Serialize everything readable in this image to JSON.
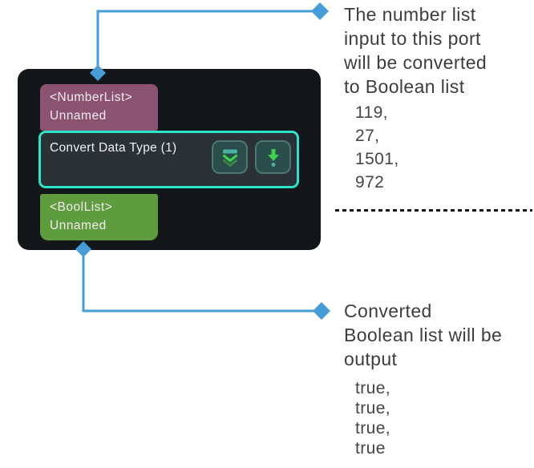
{
  "node": {
    "input_port": {
      "type_label": "<NumberList>",
      "name_label": "Unnamed"
    },
    "step": {
      "title": "Convert Data Type (1)",
      "collapse_button_icon": "double-chevron-down-icon",
      "run_button_icon": "arrow-down-dot-icon"
    },
    "output_port": {
      "type_label": "<BoolList>",
      "name_label": "Unnamed"
    }
  },
  "annotations": {
    "input": {
      "heading_lines": [
        "The number list",
        "input to this port",
        "will be converted",
        "to Boolean list"
      ],
      "values": [
        "119,",
        "27,",
        "1501,",
        "972"
      ]
    },
    "output": {
      "heading_lines": [
        "Converted",
        "Boolean list will be",
        "output"
      ],
      "values": [
        "true,",
        "true,",
        "true,",
        "true"
      ]
    }
  },
  "colors": {
    "connector_blue": "#469ed9",
    "node_background": "#141719",
    "input_port_purple": "#8c5271",
    "output_port_green": "#5f9c3e",
    "step_border_teal": "#2be3c7",
    "step_background": "#2a3137",
    "button_background": "#2b4e4c",
    "icon_green": "#3bd24a",
    "icon_green_dim": "#3c7f47",
    "icon_teal": "#49b2a2",
    "annotation_text": "#3d3d3d"
  }
}
